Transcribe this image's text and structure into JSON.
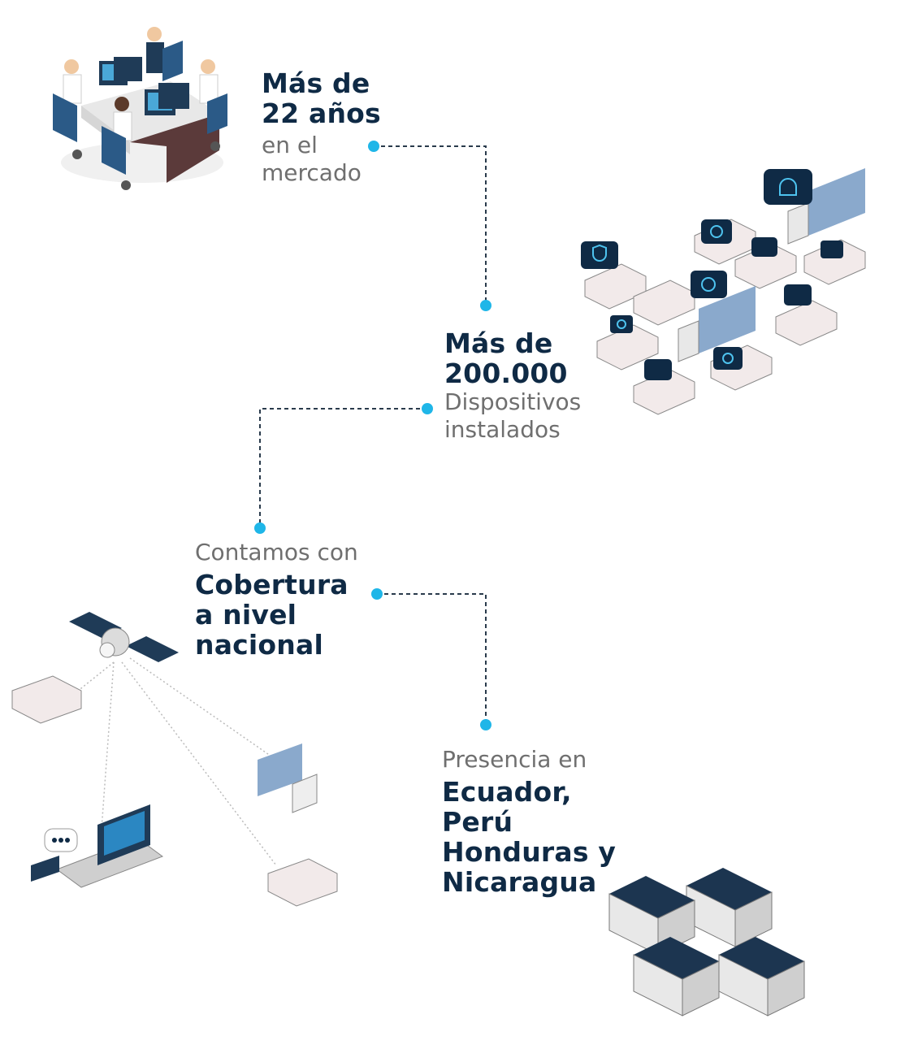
{
  "stat1": {
    "line1": "Más de",
    "line2": "22 años",
    "line3": "en el",
    "line4": "mercado"
  },
  "stat2": {
    "line1": "Más de",
    "line2": "200.000",
    "line3": "Dispositivos",
    "line4": "instalados"
  },
  "stat3": {
    "pre": "Contamos con",
    "line1": "Cobertura",
    "line2": "a nivel",
    "line3": "nacional"
  },
  "stat4": {
    "pre": "Presencia en",
    "line1": "Ecuador,",
    "line2": "Perú",
    "line3": "Honduras y",
    "line4": "Nicaragua"
  },
  "colors": {
    "navy": "#0f2a45",
    "gray": "#6f6f6f",
    "accent": "#1fb6e8"
  },
  "illustrations": [
    "office-team-illustration",
    "fleet-vehicles-illustration",
    "satellite-coverage-illustration",
    "buildings-illustration"
  ]
}
